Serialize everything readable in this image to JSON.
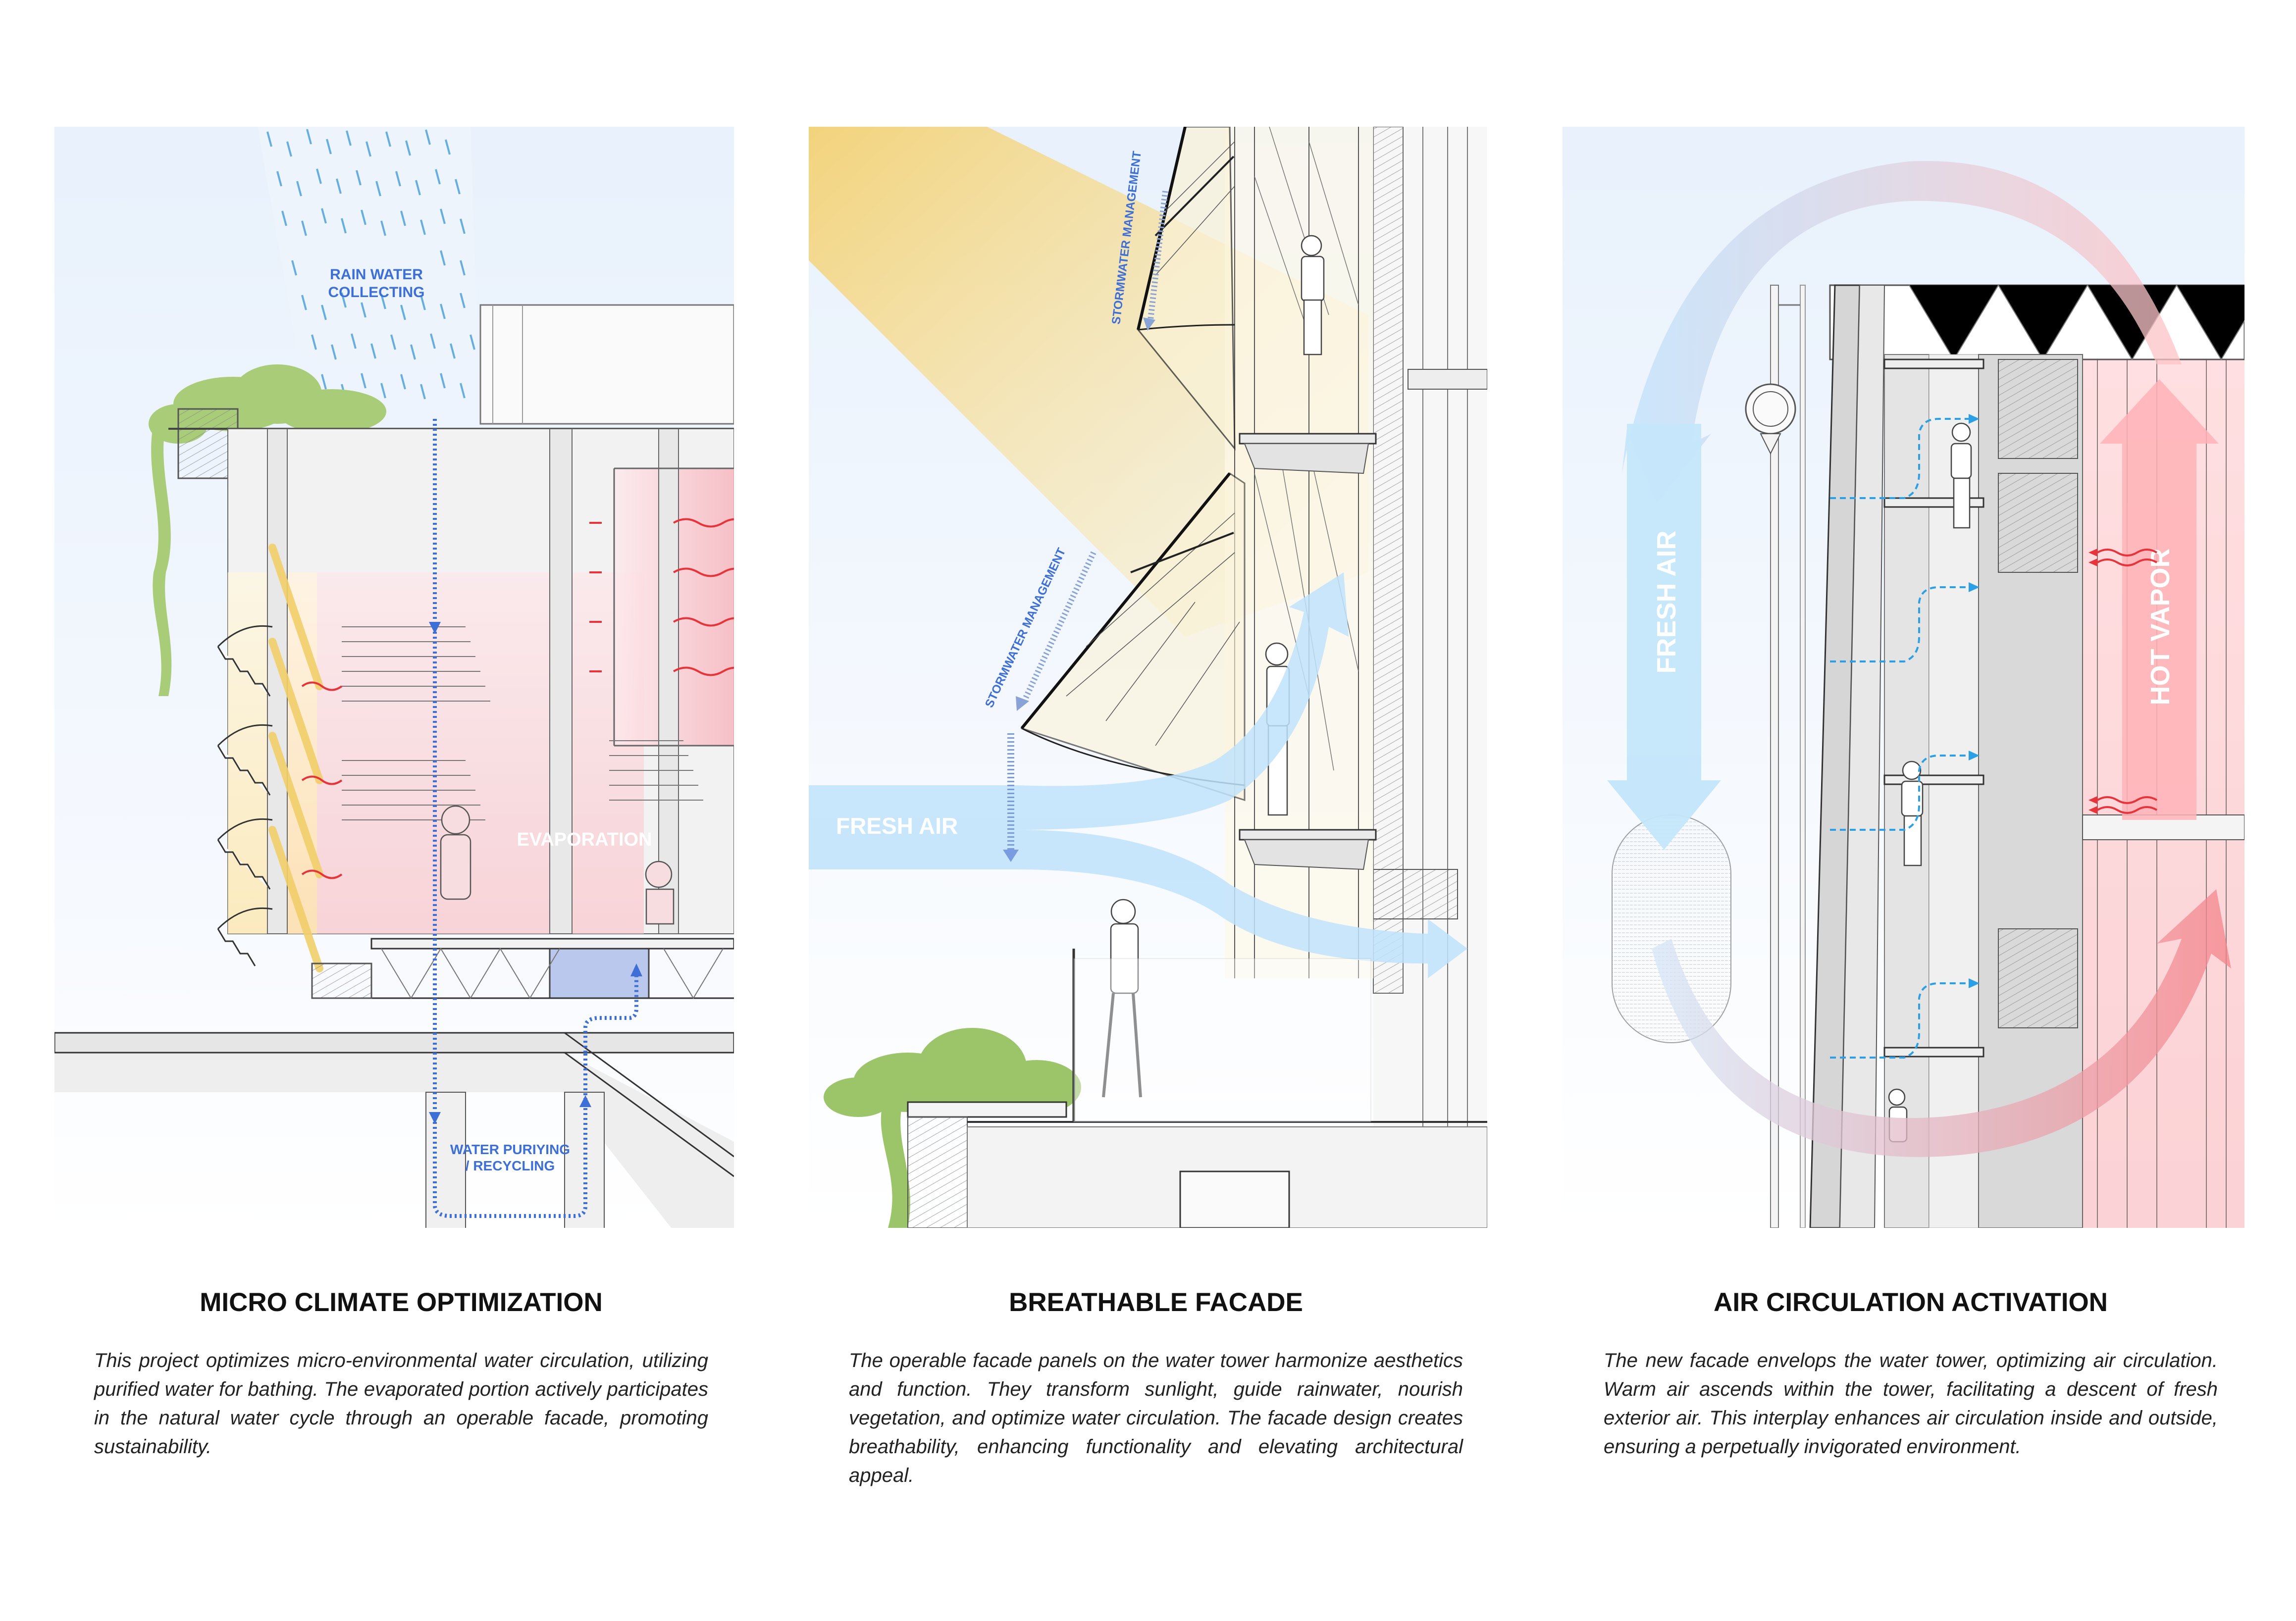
{
  "panels": [
    {
      "id": "micro-climate",
      "title": "MICRO CLIMATE OPTIMIZATION",
      "body": "This project optimizes micro-environmental water circulation, utilizing purified water for bathing. The evaporated portion actively participates in the natural water cycle through an operable facade, promoting sustainability.",
      "labels": {
        "rain_line1": "RAIN WATER",
        "rain_line2": "COLLECTING",
        "evaporation": "EVAPORATION",
        "purify_line1": "WATER PURIYING",
        "purify_line2": "/ RECYCLING"
      }
    },
    {
      "id": "breathable-facade",
      "title": "BREATHABLE FACADE",
      "body": "The operable facade panels on the water tower harmonize aesthetics and function. They transform sunlight, guide rainwater, nourish vegetation, and optimize water circulation. The facade design creates breathability, enhancing functionality and elevating architectural appeal.",
      "labels": {
        "stormwater_upper": "STORMWATER MANAGEMENT",
        "stormwater_lower": "STORMWATER MANAGEMENT",
        "fresh_air": "FRESH AIR"
      }
    },
    {
      "id": "air-circulation",
      "title": "AIR CIRCULATION ACTIVATION",
      "body": "The new facade envelops the water tower, optimizing air circulation. Warm air ascends within the tower, facilitating a descent of fresh exterior air. This interplay enhances air circulation inside and outside, ensuring a perpetually invigorated environment.",
      "labels": {
        "fresh_air": "FRESH AIR",
        "hot_vapor": "HOT VAPOR"
      }
    }
  ],
  "colors": {
    "sky": "#e8f1fc",
    "water_blue": "#3d6fd6",
    "fresh_air": "#c4e6fb",
    "hot_vapor": "#ffc2c4",
    "sun": "#f4d06e",
    "heat_red": "#e8333a",
    "greenery": "#9cc56a",
    "line": "#555555"
  }
}
